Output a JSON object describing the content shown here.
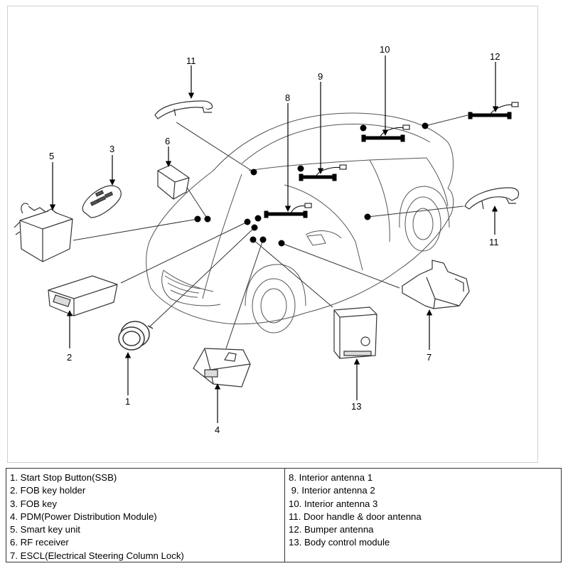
{
  "callouts": {
    "c1": "1",
    "c2": "2",
    "c3": "3",
    "c4": "4",
    "c5": "5",
    "c6": "6",
    "c7": "7",
    "c8": "8",
    "c9": "9",
    "c10": "10",
    "c11a": "11",
    "c11b": "11",
    "c12": "12",
    "c13": "13"
  },
  "legend": {
    "left": [
      "1. Start Stop Button(SSB)",
      "2. FOB key holder",
      "3. FOB key",
      "4. PDM(Power Distribution Module)",
      "5. Smart key unit",
      "6. RF receiver",
      "7. ESCL(Electrical Steering Column Lock)"
    ],
    "right": [
      "8. Interior antenna 1",
      " 9. Interior antenna 2",
      "10. Interior antenna 3",
      "11. Door handle & door antenna",
      "12. Bumper antenna",
      "13. Body control module"
    ]
  }
}
